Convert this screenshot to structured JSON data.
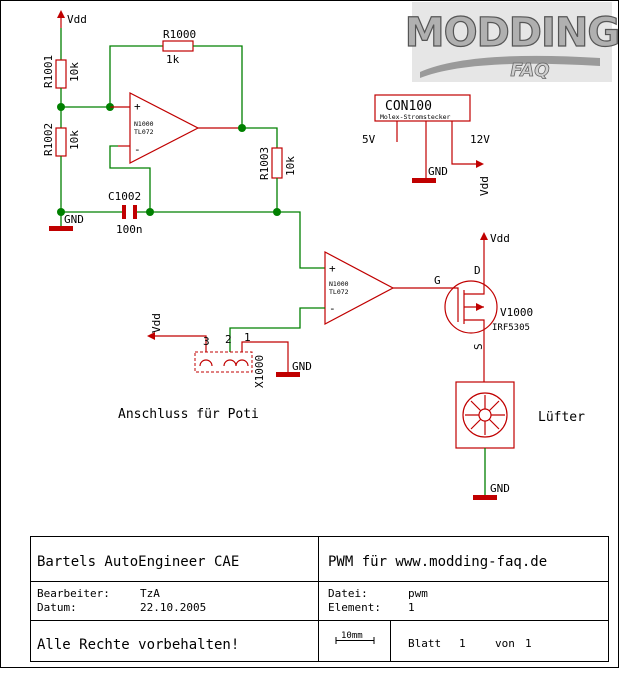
{
  "logo": {
    "line1": "MODDING",
    "line2": "FAQ"
  },
  "supply": {
    "vdd": "Vdd",
    "gnd": "GND",
    "v5": "5V",
    "v12": "12V"
  },
  "components": {
    "r1001": {
      "ref": "R1001",
      "value": "10k"
    },
    "r1002": {
      "ref": "R1002",
      "value": "10k"
    },
    "r1000": {
      "ref": "R1000",
      "value": "1k"
    },
    "r1003": {
      "ref": "R1003",
      "value": "10k"
    },
    "c1002": {
      "ref": "C1002",
      "value": "100n"
    },
    "opamp1": {
      "plus": "+",
      "minus": "-",
      "ref": "N1000",
      "type": "TL072"
    },
    "opamp2": {
      "plus": "+",
      "minus": "-",
      "ref": "N1000",
      "type": "TL072"
    },
    "con100": {
      "ref": "CON100",
      "desc": "Molex-Stromstecker"
    },
    "v1000": {
      "ref": "V1000",
      "type": "IRF5305",
      "g": "G",
      "d": "D",
      "s": "S"
    },
    "x1000": {
      "ref": "X1000",
      "pin1": "1",
      "pin2": "2",
      "pin3": "3"
    }
  },
  "labels": {
    "poti": "Anschluss für Poti",
    "fan": "Lüfter"
  },
  "titleblock": {
    "company": "Bartels AutoEngineer CAE",
    "title": "PWM für www.modding-faq.de",
    "editor_label": "Bearbeiter:",
    "editor": "TzA",
    "date_label": "Datum:",
    "date": "22.10.2005",
    "file_label": "Datei:",
    "file": "pwm",
    "element_label": "Element:",
    "element": "1",
    "rights": "Alle Rechte vorbehalten!",
    "scale": "10mm",
    "sheet_label": "Blatt",
    "sheet": "1",
    "of_label": "von",
    "of": "1"
  }
}
